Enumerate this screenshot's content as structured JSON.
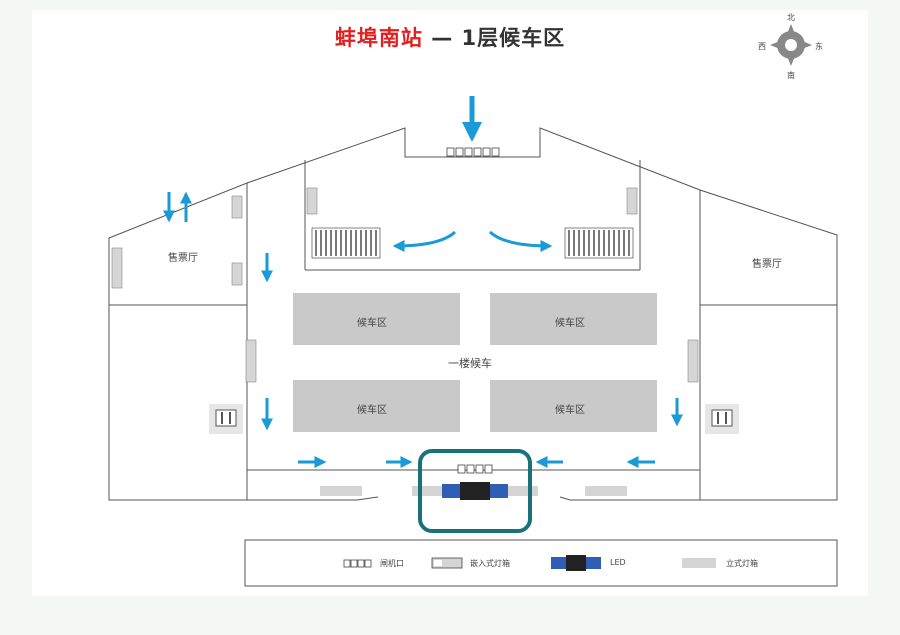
{
  "title": {
    "station": "蚌埠南站",
    "separator": "—",
    "floor": "1层候车区"
  },
  "compass": {
    "north": "北",
    "south": "南",
    "east": "东",
    "west": "西"
  },
  "areas": {
    "ticket_left": "售票厅",
    "ticket_right": "售票厅",
    "wait_1": "候车区",
    "wait_2": "候车区",
    "wait_3": "候车区",
    "wait_4": "候车区",
    "hall": "一楼候车"
  },
  "legend": {
    "gate": "闸机口",
    "embedded_lightbox": "嵌入式灯箱",
    "led": "LED",
    "standing_lightbox": "立式灯箱"
  },
  "colors": {
    "arrow": "#1a9ad6",
    "highlight": "#19717a",
    "zone_gray": "#c9c9c9",
    "title_red": "#e02020",
    "led_blue": "#2f5fb5"
  },
  "icons": [
    "compass-icon",
    "escalator-icon",
    "elevator-icon",
    "arrow-icon"
  ]
}
